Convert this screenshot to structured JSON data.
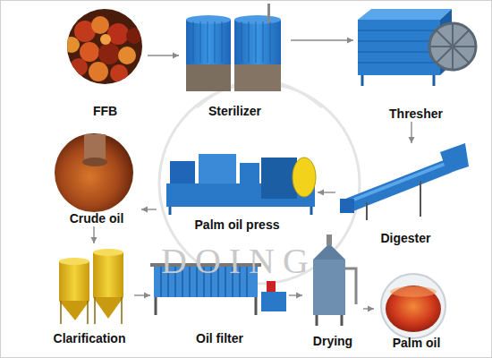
{
  "diagram": {
    "nodes": [
      {
        "text": [
          "FFB"
        ]
      },
      {
        "text": [
          "Sterilizer"
        ]
      },
      {
        "text": [
          "Thresher"
        ]
      },
      {
        "text": [
          "Crude oil"
        ]
      },
      {
        "text": [
          "Palm oil press"
        ]
      },
      {
        "text": [
          "Digester"
        ]
      },
      {
        "text": [
          "Clarification"
        ]
      },
      {
        "text": [
          "Oil filter"
        ]
      },
      {
        "text": [
          "Drying"
        ]
      },
      {
        "text": [
          "Palm oil"
        ]
      }
    ],
    "edges": [
      {
        "from": 0,
        "to": 1,
        "arrow": "to"
      },
      {
        "from": 1,
        "to": 2,
        "arrow": "to"
      },
      {
        "from": 2,
        "to": 5,
        "arrow": "to"
      },
      {
        "from": 5,
        "to": 4,
        "arrow": "to"
      },
      {
        "from": 4,
        "to": 3,
        "arrow": "to"
      },
      {
        "from": 3,
        "to": 6,
        "arrow": "to"
      },
      {
        "from": 6,
        "to": 7,
        "arrow": "to"
      },
      {
        "from": 7,
        "to": 8,
        "arrow": "to"
      },
      {
        "from": 8,
        "to": 9,
        "arrow": "to"
      }
    ],
    "labels": [
      "DOING"
    ]
  }
}
